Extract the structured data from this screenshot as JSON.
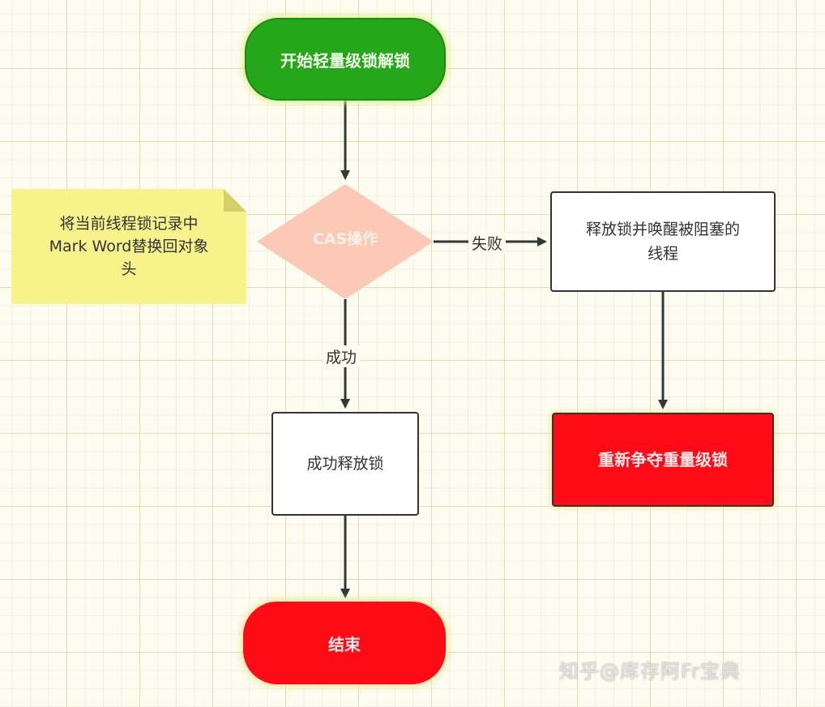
{
  "diagram": {
    "start": "开始轻量级锁解锁",
    "decision": "CAS操作",
    "note_lines": [
      "将当前线程锁记录中",
      "Mark Word替换回对象",
      "头"
    ],
    "fail_label": "失败",
    "success_label": "成功",
    "release_lines": [
      "释放锁并唤醒被阻塞的",
      "线程"
    ],
    "heavy_lock": "重新争夺重量级锁",
    "success_release": "成功释放锁",
    "end": "结束"
  },
  "watermark": "知乎@库存阿Fr宝典",
  "colors": {
    "start_fill": "#26a61a",
    "decision_fill": "#fbc9b6",
    "terminal_red": "#ff0a17",
    "note_fill": "#f7f38a",
    "grid_bg": "#fdfcf1",
    "line": "#333333"
  }
}
